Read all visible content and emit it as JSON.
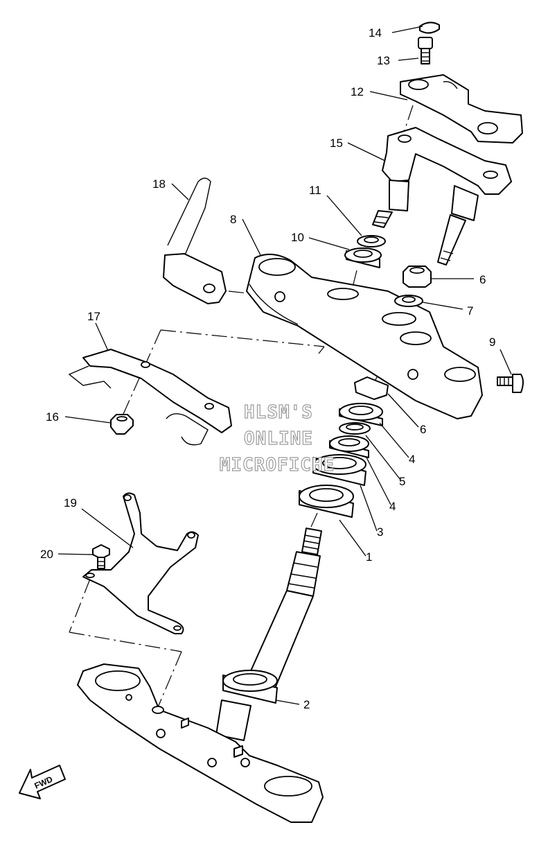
{
  "diagram": {
    "callouts": [
      {
        "id": "1",
        "text": "1"
      },
      {
        "id": "2",
        "text": "2"
      },
      {
        "id": "3",
        "text": "3"
      },
      {
        "id": "4a",
        "text": "4"
      },
      {
        "id": "4b",
        "text": "4"
      },
      {
        "id": "5",
        "text": "5"
      },
      {
        "id": "6",
        "text": "6"
      },
      {
        "id": "7",
        "text": "7"
      },
      {
        "id": "8",
        "text": "8"
      },
      {
        "id": "9",
        "text": "9"
      },
      {
        "id": "10",
        "text": "10"
      },
      {
        "id": "11",
        "text": "11"
      },
      {
        "id": "12",
        "text": "12"
      },
      {
        "id": "13",
        "text": "13"
      },
      {
        "id": "14",
        "text": "14"
      },
      {
        "id": "15",
        "text": "15"
      },
      {
        "id": "16",
        "text": "16"
      },
      {
        "id": "17",
        "text": "17"
      },
      {
        "id": "18",
        "text": "18"
      },
      {
        "id": "19",
        "text": "19"
      },
      {
        "id": "20",
        "text": "20"
      },
      {
        "id": "21",
        "text": "21"
      }
    ],
    "watermark": {
      "line1": "HLSM'S",
      "line2": "ONLINE",
      "line3": "MICROFICHE"
    },
    "fwd_label": "FWD"
  }
}
